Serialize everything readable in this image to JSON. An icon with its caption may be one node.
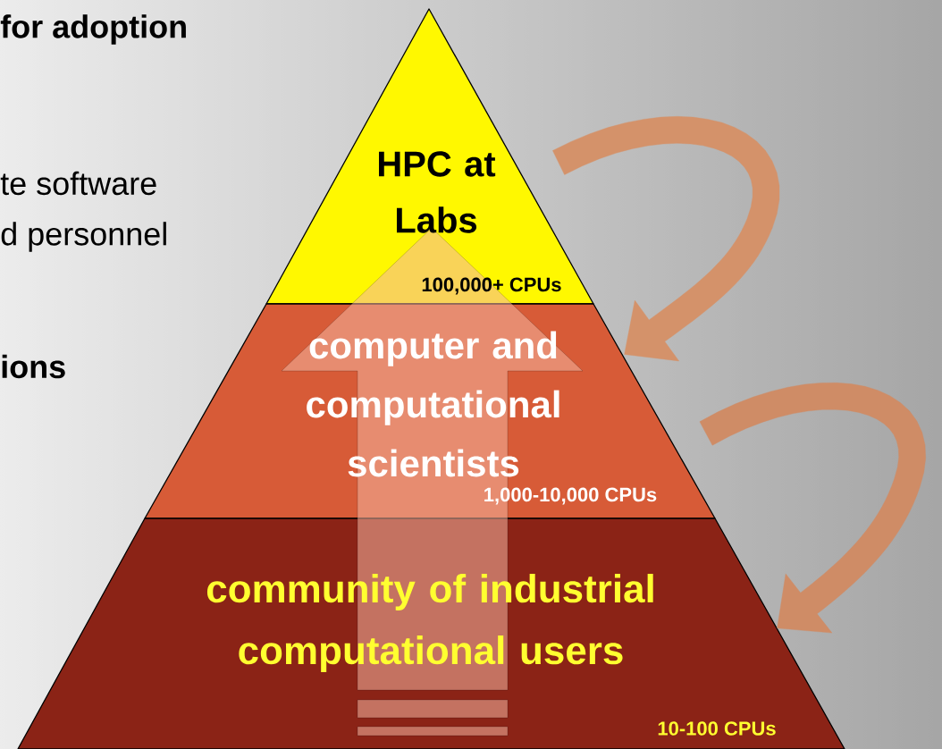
{
  "diagram": {
    "nodes": [
      {
        "text": [
          "HPC at Labs",
          "100,000+ CPUs"
        ]
      },
      {
        "text": [
          "computer and computational scientists",
          "1,000-10,000 CPUs"
        ]
      },
      {
        "text": [
          "community of industrial computational users",
          "10-100 CPUs"
        ]
      }
    ],
    "edges": [
      {
        "from": 0,
        "to": 1,
        "arrow": "to",
        "color": "#d4926a"
      },
      {
        "from": 1,
        "to": 2,
        "arrow": "to",
        "color": "#cf8c66"
      },
      {
        "from": 2,
        "to": 0,
        "arrow": "to",
        "color": "#f4b4a0"
      }
    ],
    "labels": [
      "for adoption",
      "te software",
      "d personnel",
      "ions"
    ]
  }
}
